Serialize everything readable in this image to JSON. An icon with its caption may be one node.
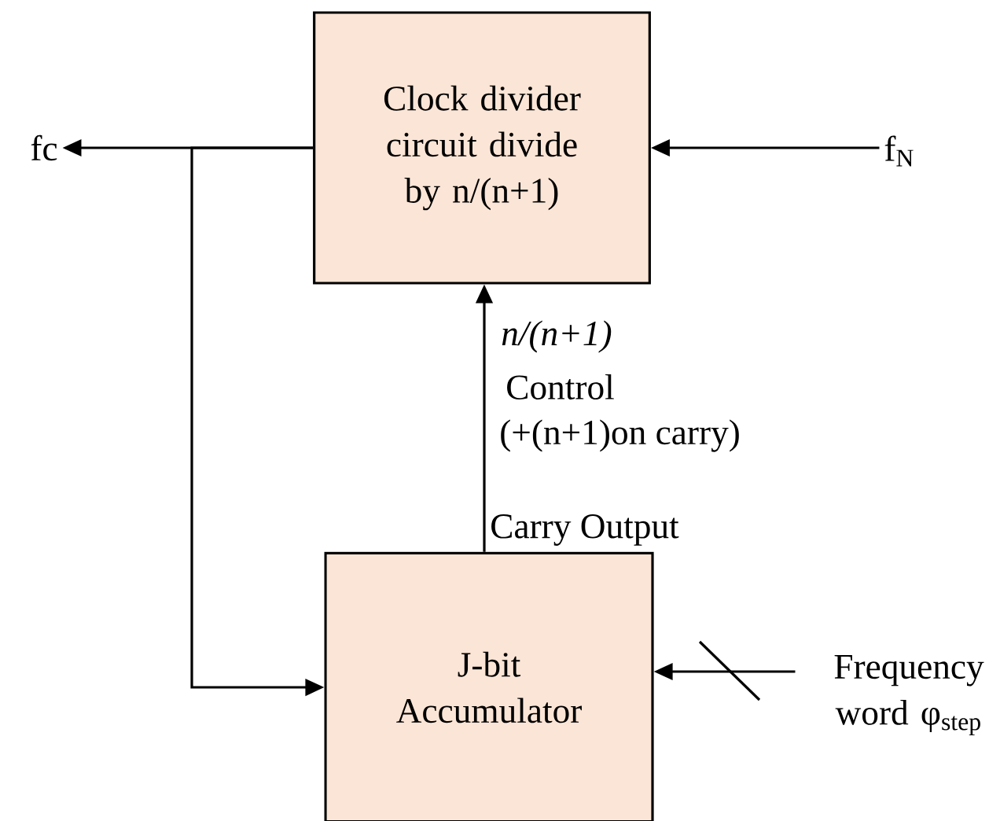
{
  "diagram": {
    "nodes": [
      {
        "text": [
          "Clock divider circuit divide by n/(n+1)"
        ]
      },
      {
        "text": [
          "J-bit Accumulator"
        ]
      },
      {
        "text": [
          "fc"
        ]
      },
      {
        "text": [
          "f$_{N}$"
        ]
      },
      {
        "text": [
          "Frequency word φ$_{step}$"
        ]
      }
    ],
    "edges": [
      {
        "from": 0,
        "to": 2,
        "arrow": "to"
      },
      {
        "from": 3,
        "to": 0,
        "arrow": "to"
      },
      {
        "from": 1,
        "to": 0,
        "arrow": "to",
        "label": "n/(n+1)"
      },
      {
        "from": 0,
        "to": 1,
        "arrow": "to"
      },
      {
        "from": 4,
        "to": 1,
        "arrow": "to"
      }
    ],
    "labels": [
      "Control",
      "(+(n+1)on carry)",
      "Carry Output"
    ]
  }
}
